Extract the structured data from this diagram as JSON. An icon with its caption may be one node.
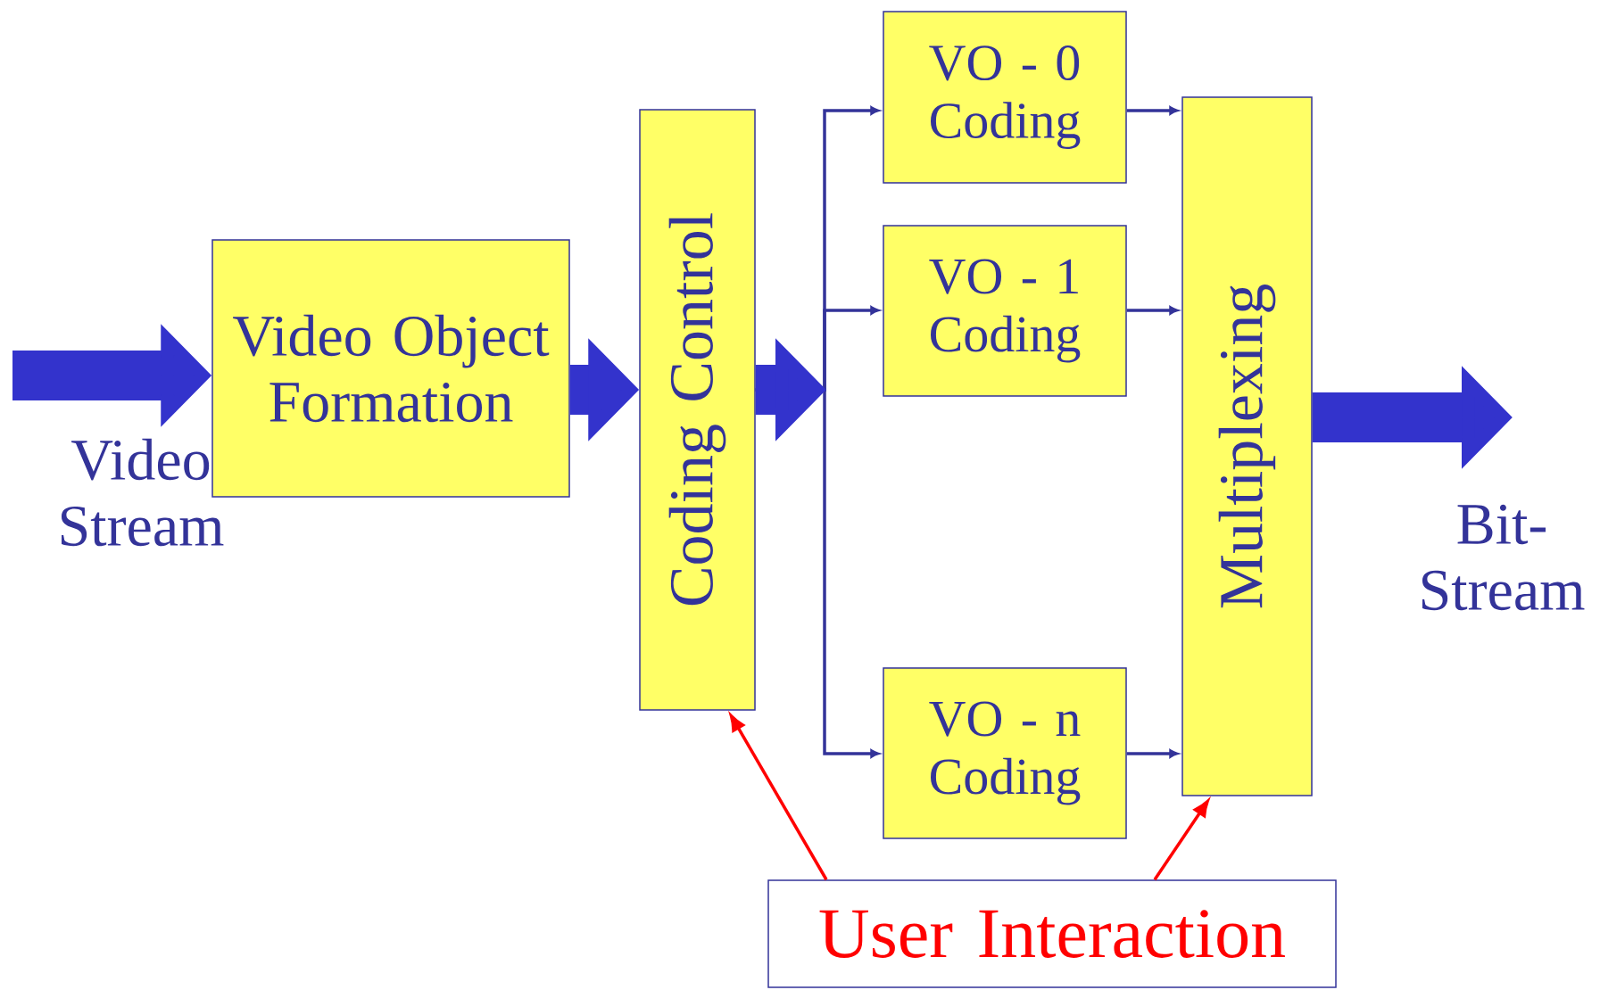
{
  "diagram": {
    "nodes": [
      {
        "text": [
          "Video Object Formation"
        ]
      },
      {
        "text": [
          "Coding Control"
        ]
      },
      {
        "text": [
          "VO - 0 Coding"
        ]
      },
      {
        "text": [
          "VO - 1 Coding"
        ]
      },
      {
        "text": [
          "VO - n Coding"
        ]
      },
      {
        "text": [
          "Multiplexing"
        ]
      },
      {
        "text": [
          "User Interaction"
        ]
      }
    ],
    "edges": [
      {
        "from": null,
        "to": 0,
        "arrow": "to",
        "style": "thick"
      },
      {
        "from": 0,
        "to": 1,
        "arrow": "to",
        "style": "thick"
      },
      {
        "from": 1,
        "to": 2,
        "arrow": "to"
      },
      {
        "from": 1,
        "to": 3,
        "arrow": "to"
      },
      {
        "from": 1,
        "to": 4,
        "arrow": "to"
      },
      {
        "from": 2,
        "to": 5,
        "arrow": "to"
      },
      {
        "from": 3,
        "to": 5,
        "arrow": "to"
      },
      {
        "from": 4,
        "to": 5,
        "arrow": "to"
      },
      {
        "from": 5,
        "to": null,
        "arrow": "to",
        "style": "thick"
      },
      {
        "from": 6,
        "to": 1,
        "arrow": "to",
        "color": "#ff0000"
      },
      {
        "from": 6,
        "to": 5,
        "arrow": "to",
        "color": "#ff0000"
      }
    ],
    "labels": [
      "Video Stream",
      "Bit- Stream"
    ]
  }
}
